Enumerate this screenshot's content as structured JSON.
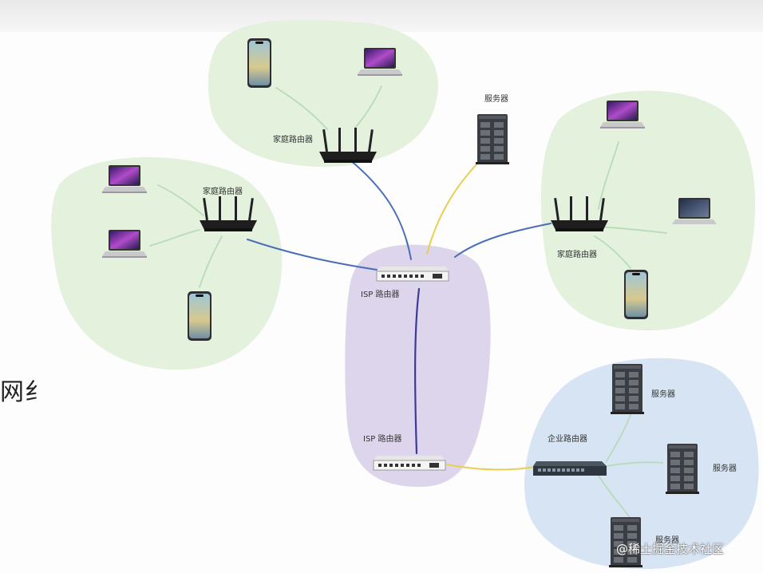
{
  "labels": {
    "home_router_top": "家庭路由器",
    "home_router_left": "家庭路由器",
    "home_router_right": "家庭路由器",
    "server_top": "服务器",
    "isp_router_top": "ISP 路由器",
    "isp_router_bottom": "ISP 路由器",
    "enterprise_router": "企业路由器",
    "server_ent_1": "服务器",
    "server_ent_2": "服务器",
    "server_ent_3": "服务器"
  },
  "side_text": "网纟",
  "watermark": "@稀土掘金技术社区",
  "colors": {
    "home_cloud": "#e3f1dd",
    "isp_cloud": "#ddd5ec",
    "enterprise_cloud": "#d6e4f3",
    "link_home": "#4a6fb5",
    "link_server": "#e8cf52",
    "link_isp": "#3a3a9a",
    "link_device": "#b8dcb8"
  }
}
